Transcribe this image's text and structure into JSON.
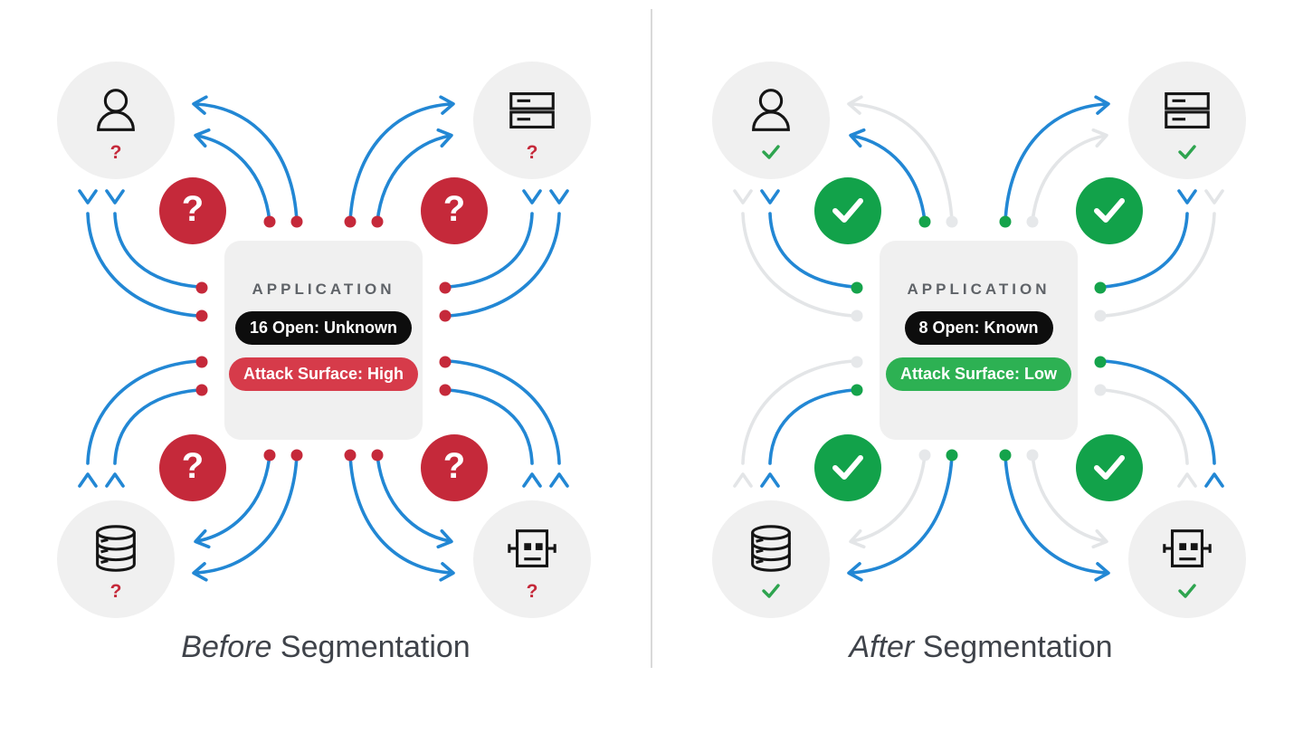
{
  "palette": {
    "background": "#ffffff",
    "node_circle_fill": "#f0f0f0",
    "app_box_fill": "#f0f0f0",
    "line_open": "#2287d4",
    "line_blocked": "#e3e5e7",
    "dot_blocked": "#e6e8ea",
    "dot_open_before": "#c5293a",
    "dot_open_after": "#15a34b",
    "badge_before": "#c5293a",
    "badge_after": "#12a24a",
    "pill_black": "#0d0d0d",
    "pill_high": "#d63b4a",
    "pill_low": "#2db153",
    "app_title_color": "#5f6368",
    "caption_color": "#3f434a",
    "node_mark_before": "#c5293a",
    "node_mark_after": "#2ea44f"
  },
  "panels": [
    {
      "id": "before",
      "caption_italic": "Before",
      "caption_rest": "Segmentation",
      "application": {
        "title": "APPLICATION",
        "ports_pill": "16 Open: Unknown",
        "surface_pill": "Attack Surface: High"
      },
      "open_ports": 16,
      "badge_kind": "question",
      "badge_glyph": "?",
      "node_mark_kind": "question",
      "node_mark_glyph": "?",
      "dot_color_key": "dot_open_before",
      "nodes": [
        {
          "icon": "user-icon",
          "corner": "top-left"
        },
        {
          "icon": "server-icon",
          "corner": "top-right"
        },
        {
          "icon": "database-icon",
          "corner": "bottom-left"
        },
        {
          "icon": "robot-icon",
          "corner": "bottom-right"
        }
      ],
      "connections": {
        "top_left": {
          "h_tight": "open",
          "h_wide": "open",
          "v_tight": "open",
          "v_wide": "open"
        },
        "top_right": {
          "h_tight": "open",
          "h_wide": "open",
          "v_tight": "open",
          "v_wide": "open"
        },
        "bottom_left": {
          "h_tight": "open",
          "h_wide": "open",
          "v_tight": "open",
          "v_wide": "open"
        },
        "bottom_right": {
          "h_tight": "open",
          "h_wide": "open",
          "v_tight": "open",
          "v_wide": "open"
        }
      }
    },
    {
      "id": "after",
      "caption_italic": "After",
      "caption_rest": "Segmentation",
      "application": {
        "title": "APPLICATION",
        "ports_pill": "8 Open: Known",
        "surface_pill": "Attack Surface: Low"
      },
      "open_ports": 8,
      "badge_kind": "check",
      "badge_glyph": "",
      "node_mark_kind": "check",
      "node_mark_glyph": "",
      "dot_color_key": "dot_open_after",
      "nodes": [
        {
          "icon": "user-icon",
          "corner": "top-left"
        },
        {
          "icon": "server-icon",
          "corner": "top-right"
        },
        {
          "icon": "database-icon",
          "corner": "bottom-left"
        },
        {
          "icon": "robot-icon",
          "corner": "bottom-right"
        }
      ],
      "connections": {
        "top_left": {
          "h_tight": "open",
          "h_wide": "blocked",
          "v_tight": "open",
          "v_wide": "blocked"
        },
        "top_right": {
          "h_tight": "blocked",
          "h_wide": "open",
          "v_tight": "open",
          "v_wide": "blocked"
        },
        "bottom_left": {
          "h_tight": "blocked",
          "h_wide": "open",
          "v_tight": "open",
          "v_wide": "blocked"
        },
        "bottom_right": {
          "h_tight": "blocked",
          "h_wide": "open",
          "v_tight": "blocked",
          "v_wide": "open"
        }
      }
    }
  ]
}
